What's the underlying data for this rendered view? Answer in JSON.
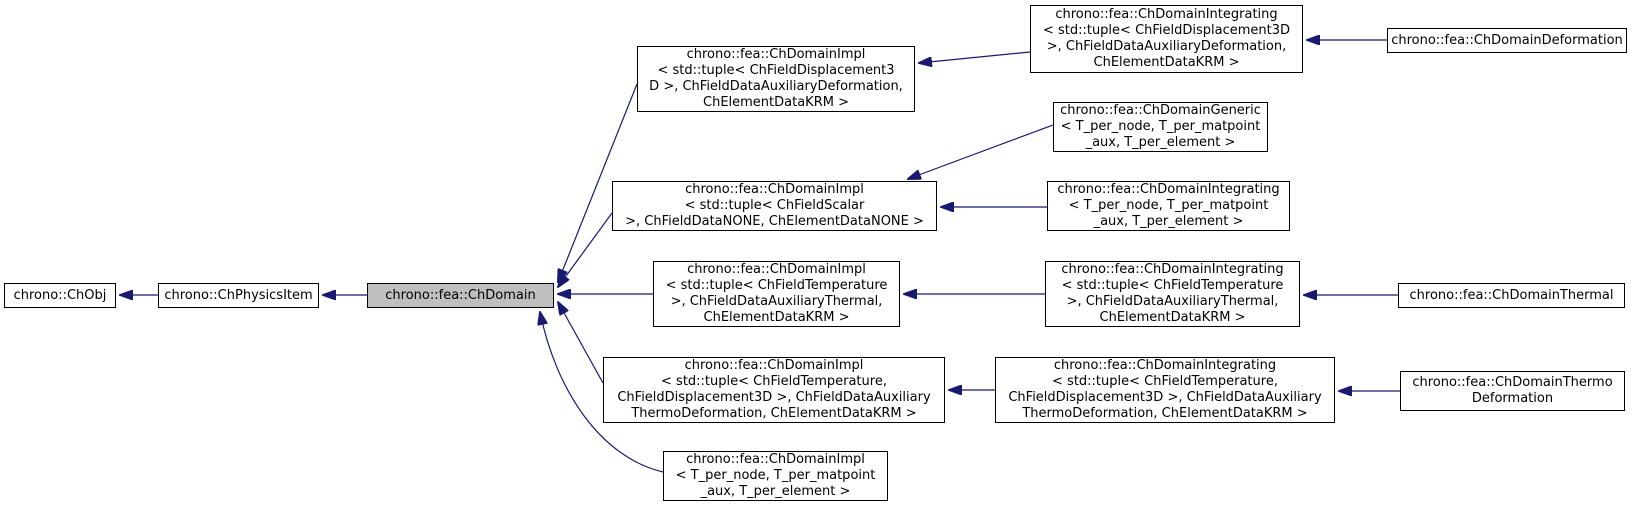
{
  "diagram_type": "doxygen-inheritance-graph",
  "colors": {
    "arrow": "#191970",
    "node_border": "#000000",
    "node_fill": "#ffffff",
    "highlight_fill": "#bfbfbf",
    "background": "#ffffff",
    "text": "#000000"
  },
  "nodes": {
    "chobj": {
      "label": "chrono::ChObj",
      "highlighted": false
    },
    "chphysicsitem": {
      "label": "chrono::ChPhysicsItem",
      "highlighted": false
    },
    "chdomain": {
      "label": "chrono::fea::ChDomain",
      "highlighted": true
    },
    "impl_disp": {
      "label": "chrono::fea::ChDomainImpl\n< std::tuple< ChFieldDisplacement3\nD >, ChFieldDataAuxiliaryDeformation,\nChElementDataKRM >",
      "highlighted": false
    },
    "impl_scalar": {
      "label": "chrono::fea::ChDomainImpl\n< std::tuple< ChFieldScalar\n>, ChFieldDataNONE, ChElementDataNONE >",
      "highlighted": false
    },
    "impl_temp": {
      "label": "chrono::fea::ChDomainImpl\n< std::tuple< ChFieldTemperature\n>, ChFieldDataAuxiliaryThermal,\nChElementDataKRM >",
      "highlighted": false
    },
    "impl_thermo": {
      "label": "chrono::fea::ChDomainImpl\n< std::tuple< ChFieldTemperature,\nChFieldDisplacement3D >, ChFieldDataAuxiliary\nThermoDeformation, ChElementDataKRM >",
      "highlighted": false
    },
    "impl_tpn": {
      "label": "chrono::fea::ChDomainImpl\n< T_per_node, T_per_matpoint\n_aux, T_per_element >",
      "highlighted": false
    },
    "integ_disp": {
      "label": "chrono::fea::ChDomainIntegrating\n< std::tuple< ChFieldDisplacement3D\n>, ChFieldDataAuxiliaryDeformation,\nChElementDataKRM >",
      "highlighted": false
    },
    "generic": {
      "label": "chrono::fea::ChDomainGeneric\n< T_per_node, T_per_matpoint\n_aux, T_per_element >",
      "highlighted": false
    },
    "integ_generic": {
      "label": "chrono::fea::ChDomainIntegrating\n< T_per_node, T_per_matpoint\n_aux, T_per_element >",
      "highlighted": false
    },
    "integ_temp": {
      "label": "chrono::fea::ChDomainIntegrating\n< std::tuple< ChFieldTemperature\n>, ChFieldDataAuxiliaryThermal,\nChElementDataKRM >",
      "highlighted": false
    },
    "integ_thermo": {
      "label": "chrono::fea::ChDomainIntegrating\n< std::tuple< ChFieldTemperature,\nChFieldDisplacement3D >, ChFieldDataAuxiliary\nThermoDeformation, ChElementDataKRM >",
      "highlighted": false
    },
    "deformation": {
      "label": "chrono::fea::ChDomainDeformation",
      "highlighted": false
    },
    "thermal": {
      "label": "chrono::fea::ChDomainThermal",
      "highlighted": false
    },
    "thermo_def": {
      "label": "chrono::fea::ChDomainThermo\nDeformation",
      "highlighted": false
    }
  },
  "edges": [
    {
      "from": "chphysicsitem",
      "to": "chobj"
    },
    {
      "from": "chdomain",
      "to": "chphysicsitem"
    },
    {
      "from": "impl_disp",
      "to": "chdomain"
    },
    {
      "from": "impl_scalar",
      "to": "chdomain"
    },
    {
      "from": "impl_temp",
      "to": "chdomain"
    },
    {
      "from": "impl_thermo",
      "to": "chdomain"
    },
    {
      "from": "impl_tpn",
      "to": "chdomain"
    },
    {
      "from": "integ_disp",
      "to": "impl_disp"
    },
    {
      "from": "generic",
      "to": "impl_scalar"
    },
    {
      "from": "integ_generic",
      "to": "impl_scalar"
    },
    {
      "from": "integ_temp",
      "to": "impl_temp"
    },
    {
      "from": "integ_thermo",
      "to": "impl_thermo"
    },
    {
      "from": "deformation",
      "to": "integ_disp"
    },
    {
      "from": "thermal",
      "to": "integ_temp"
    },
    {
      "from": "thermo_def",
      "to": "integ_thermo"
    }
  ]
}
